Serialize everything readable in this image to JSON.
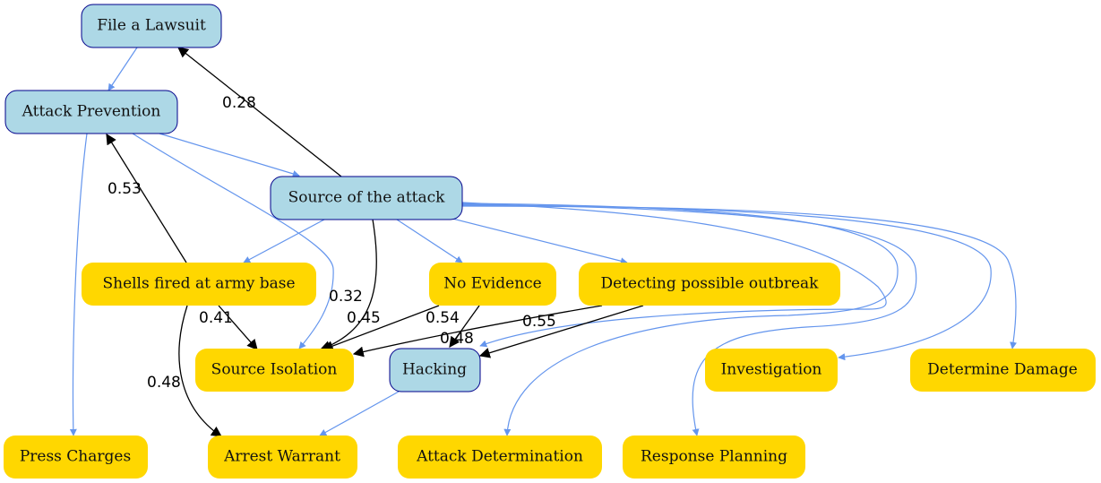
{
  "colors": {
    "blue_node_fill": "#add8e6",
    "blue_node_stroke": "#00008b",
    "yellow_node_fill": "#ffd700",
    "blue_edge": "#6495ed",
    "black_edge": "#000000"
  },
  "nodes": {
    "file_lawsuit": {
      "label": "File a Lawsuit",
      "kind": "blue"
    },
    "attack_prevention": {
      "label": "Attack Prevention",
      "kind": "blue"
    },
    "source_attack": {
      "label": "Source of the attack",
      "kind": "blue"
    },
    "shells_fired": {
      "label": "Shells fired at army base",
      "kind": "yellow"
    },
    "no_evidence": {
      "label": "No Evidence",
      "kind": "yellow"
    },
    "detecting_outbreak": {
      "label": "Detecting possible outbreak",
      "kind": "yellow"
    },
    "source_isolation": {
      "label": "Source Isolation",
      "kind": "yellow"
    },
    "hacking": {
      "label": "Hacking",
      "kind": "blue"
    },
    "investigation": {
      "label": "Investigation",
      "kind": "yellow"
    },
    "determine_damage": {
      "label": "Determine Damage",
      "kind": "yellow"
    },
    "press_charges": {
      "label": "Press Charges",
      "kind": "yellow"
    },
    "arrest_warrant": {
      "label": "Arrest Warrant",
      "kind": "yellow"
    },
    "attack_determination": {
      "label": "Attack Determination",
      "kind": "yellow"
    },
    "response_planning": {
      "label": "Response Planning",
      "kind": "yellow"
    }
  },
  "edges": {
    "source_to_lawsuit": {
      "from": "Source of the attack",
      "to": "File a Lawsuit",
      "label": "0.28"
    },
    "shells_to_prevention": {
      "from": "Shells fired at army base",
      "to": "Attack Prevention",
      "label": "0.53"
    },
    "prevention_to_isolation": {
      "from": "Attack Prevention",
      "to": "Source Isolation",
      "label": "0.32"
    },
    "shells_to_isolation": {
      "from": "Shells fired at army base",
      "to": "Source Isolation",
      "label": "0.41"
    },
    "source_to_isolation": {
      "from": "Source of the attack",
      "to": "Source Isolation",
      "label": "0.45"
    },
    "noevidence_to_isolation": {
      "from": "No Evidence",
      "to": "Source Isolation",
      "label": "0.54"
    },
    "detecting_to_isolation": {
      "from": "Detecting possible outbreak",
      "to": "Source Isolation",
      "label": "0.55"
    },
    "noevidence_to_hacking": {
      "from": "No Evidence",
      "to": "Hacking",
      "label": "0.48"
    },
    "shells_to_arrest": {
      "from": "Shells fired at army base",
      "to": "Arrest Warrant",
      "label": "0.48"
    }
  }
}
